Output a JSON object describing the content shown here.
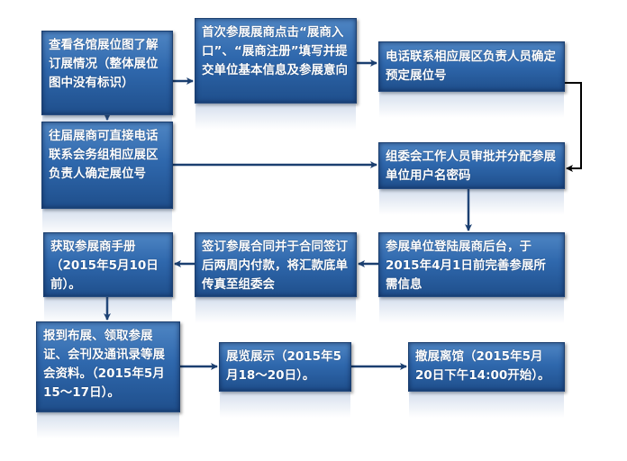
{
  "steps": [
    {
      "id": "view-booth-map",
      "text": "查看各馆展位图了解订展情况（整体展位图中没有标识）"
    },
    {
      "id": "first-time-register",
      "text": "首次参展展商点击“展商入口”、“展商注册”填写并提交单位基本信息及参展意向"
    },
    {
      "id": "call-contact",
      "text": "电话联系相应展区负责人员确定预定展位号"
    },
    {
      "id": "past-exhibitor",
      "text": "往届展商可直接电话联系会务组相应展区负责人确定展位号"
    },
    {
      "id": "committee-approve",
      "text": "组委会工作人员审批并分配参展单位用户名密码"
    },
    {
      "id": "login-backend",
      "text": "参展单位登陆展商后台，于2015年4月1日前完善参展所需信息"
    },
    {
      "id": "sign-contract",
      "text": "签订参展合同并于合同签订后两周内付款，将汇款底单传真至组委会"
    },
    {
      "id": "get-manual",
      "text": "获取参展商手册（2015年5月10日前）。"
    },
    {
      "id": "check-in",
      "text": "报到布展、领取参展证、会刊及通讯录等展会资料。（2015年5月15～17日）。"
    },
    {
      "id": "exhibition",
      "text": "展览展示（2015年5月18～20日）。"
    },
    {
      "id": "teardown",
      "text": "撤展离馆（2015年5月20日下午14:00开始）。"
    }
  ],
  "colors": {
    "box": "#2f68ad",
    "arrow": "#1b3f70",
    "connector": "#000000"
  }
}
